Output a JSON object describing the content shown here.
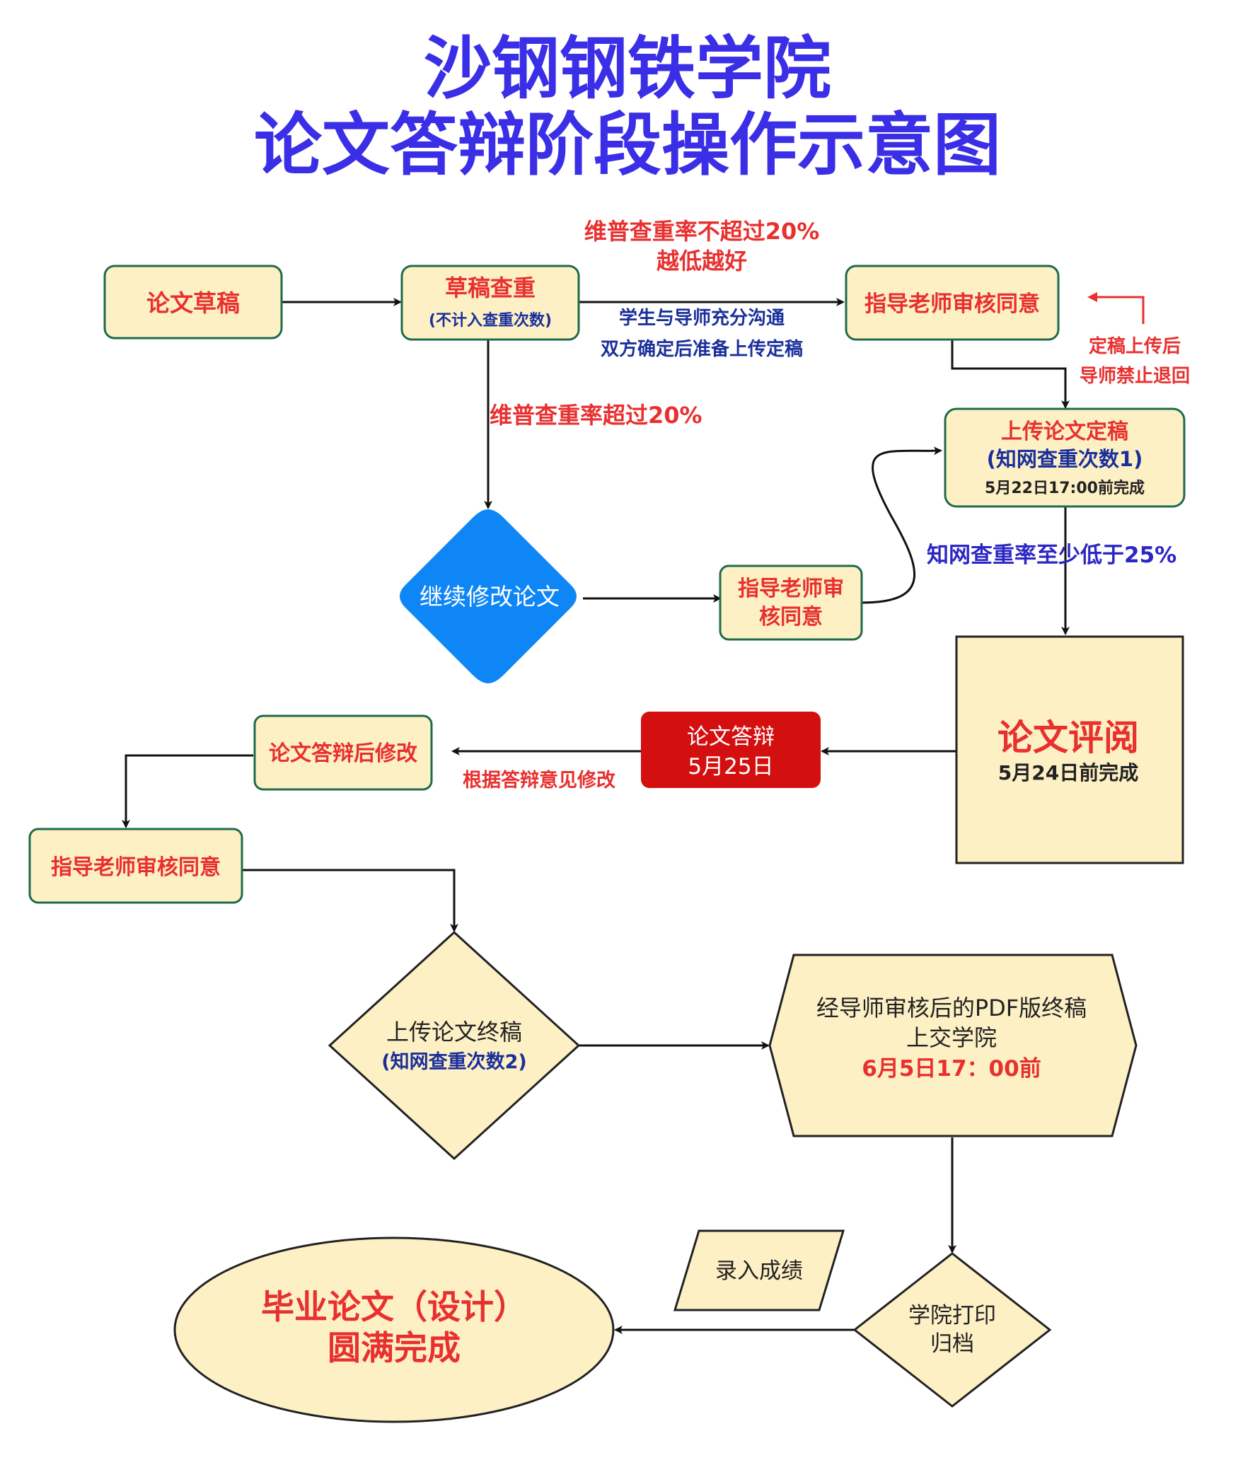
{
  "title": {
    "line1": "沙钢钢铁学院",
    "line2": "论文答辩阶段操作示意图"
  },
  "nodes": {
    "draft": "论文草稿",
    "draft_check": {
      "line1": "草稿查重",
      "line2": "(不计入查重次数)"
    },
    "advisor_approve_1": "指导老师审核同意",
    "upload_final": {
      "line1": "上传论文定稿",
      "line2": "(知网查重次数1)",
      "line3": "5月22日17:00前完成"
    },
    "continue_revise": "继续修改论文",
    "advisor_approve_2": {
      "line1": "指导老师审",
      "line2": "核同意"
    },
    "review": {
      "line1": "论文评阅",
      "line2": "5月24日前完成"
    },
    "defense": {
      "line1": "论文答辩",
      "line2": "5月25日"
    },
    "post_defense_revise": "论文答辩后修改",
    "advisor_approve_3": "指导老师审核同意",
    "upload_last": {
      "line1": "上传论文终稿",
      "line2": "(知网查重次数2)"
    },
    "submit_pdf": {
      "line1": "经导师审核后的PDF版终稿",
      "line2": "上交学院",
      "line3": "6月5日17：00前"
    },
    "archive": {
      "line1": "学院打印",
      "line2": "归档"
    },
    "record_grades": "录入成绩",
    "complete": {
      "line1": "毕业论文（设计）",
      "line2": "圆满完成"
    }
  },
  "labels": {
    "rate_ok_1": "维普查重率不超过20%",
    "rate_ok_2": "越低越好",
    "communicate_1": "学生与导师充分沟通",
    "communicate_2": "双方确定后准备上传定稿",
    "no_return_1": "定稿上传后",
    "no_return_2": "导师禁止退回",
    "rate_over": "维普查重率超过20%",
    "cnki_rate": "知网查重率至少低于25%",
    "revise_by_feedback": "根据答辩意见修改"
  },
  "colors": {
    "box_fill": "#fdf0c5",
    "box_border": "#1e6b4a",
    "title_blue": "#3a2ee6",
    "accent_red": "#e8302f",
    "diamond_blue": "#0f86f5",
    "defense_red": "#d40f0f"
  }
}
